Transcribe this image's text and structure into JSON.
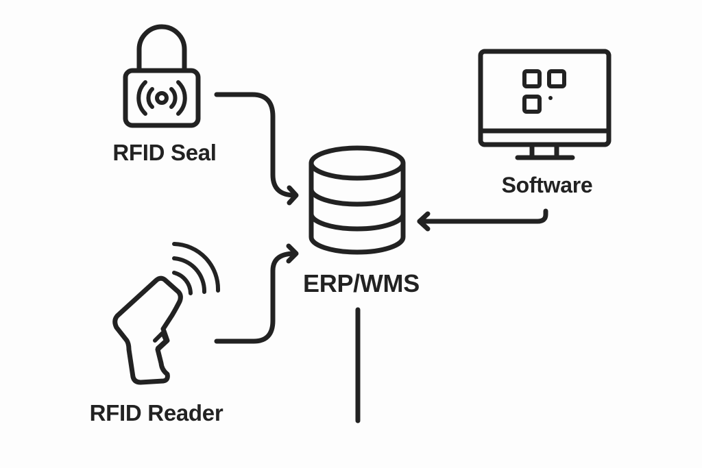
{
  "diagram": {
    "nodes": [
      {
        "id": "rfid-seal",
        "label": "RFID Seal",
        "icon": "padlock-rfid-icon"
      },
      {
        "id": "rfid-reader",
        "label": "RFID Reader",
        "icon": "rfid-scanner-icon"
      },
      {
        "id": "erp-wms",
        "label": "ERP/WMS",
        "icon": "database-icon"
      },
      {
        "id": "software",
        "label": "Software",
        "icon": "monitor-app-icon"
      }
    ],
    "edges": [
      {
        "from": "rfid-seal",
        "to": "erp-wms",
        "type": "arrow"
      },
      {
        "from": "rfid-reader",
        "to": "erp-wms",
        "type": "arrow"
      },
      {
        "from": "software",
        "to": "erp-wms",
        "type": "arrow"
      },
      {
        "from": "erp-wms",
        "to": "below",
        "type": "line"
      }
    ],
    "colors": {
      "stroke": "#222222",
      "background": "#fdfdfd"
    }
  }
}
